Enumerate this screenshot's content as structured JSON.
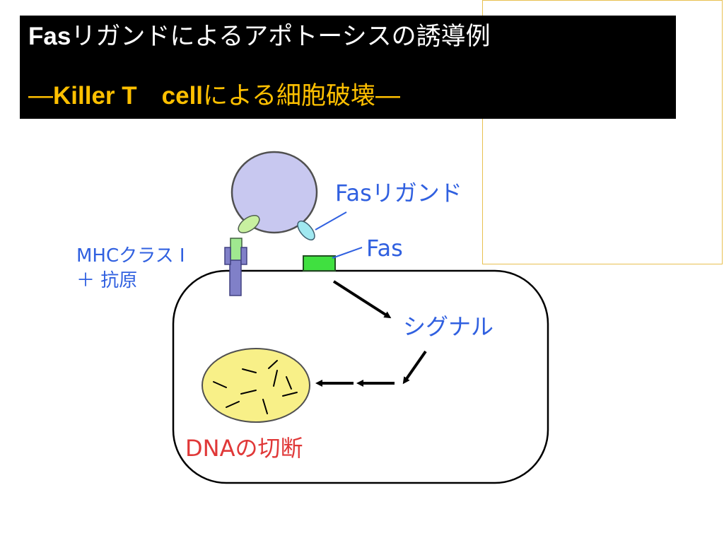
{
  "title": {
    "line1_bold": "Fas",
    "line1_rest": "リガンドによるアポトーシスの誘導例",
    "line2_dash_start": "―",
    "line2_bold": "Killer T　cell",
    "line2_rest": "による細胞破壊―"
  },
  "diagram": {
    "fas_ligand_label": "Fasリガンド",
    "fas_label": "Fas",
    "mhc_label_line1": "MHCクラス I",
    "mhc_label_line2": "＋ 抗原",
    "signal_label": "シグナル",
    "dna_label": "DNAの切断"
  },
  "colors": {
    "killer_cell": "#c8c8f0",
    "mhc_receptor": "#8080c8",
    "ligand_green": "#c8f0a0",
    "ligand_cyan": "#a0e8f0",
    "fas_receptor": "#40e040",
    "nucleus": "#f8f088",
    "label_blue": "#3060e0",
    "label_red": "#e03838"
  }
}
